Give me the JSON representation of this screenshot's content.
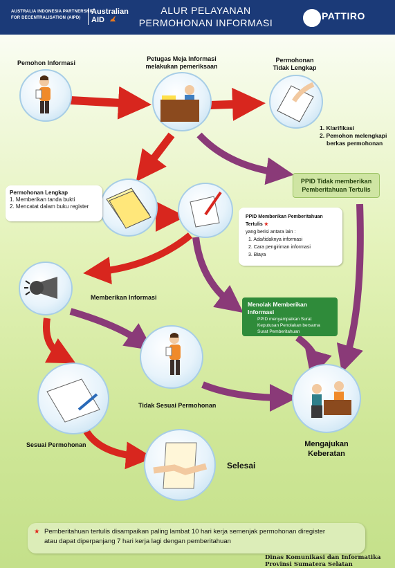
{
  "header": {
    "aipd_line1": "AUSTRALIA INDONESIA PARTNERSHIP",
    "aipd_line2": "FOR DECENTRALISATION (AIPD)",
    "aid_line1": "Australian",
    "aid_line2": "AID",
    "title_line1": "ALUR PELAYANAN",
    "title_line2": "PERMOHONAN INFORMASI",
    "logo_text": "PATTIRO"
  },
  "colors": {
    "header_bg": "#1b3a78",
    "red_arrow": "#d8261e",
    "purple_arrow": "#8a3a78",
    "green_dark": "#2f8b3a",
    "green_light": "#cfe5a3"
  },
  "nodes": {
    "pemohon": "Pemohon Informasi",
    "petugas_line1": "Petugas Meja Informasi",
    "petugas_line2": "melakukan pemeriksaan",
    "tidak_lengkap_line1": "Permohonan",
    "tidak_lengkap_line2": "Tidak Lengkap",
    "klarifikasi_1": "1. Klarifikasi",
    "klarifikasi_2a": "2. Pemohon melengkapi",
    "klarifikasi_2b": "berkas permohonan",
    "ppid_tidak_line1": "PPID Tidak memberikan",
    "ppid_tidak_line2": "Pemberitahuan Tertulis",
    "lengkap_title": "Permohonan Lengkap",
    "lengkap_1": "1. Memberikan tanda bukti",
    "lengkap_2": "2. Mencatat dalam buku register",
    "ppid_beri_title": "PPID Memberikan Pemberitahuan Tertulis",
    "ppid_beri_sub": "yang berisi antara lain :",
    "ppid_beri_1": "1. Ada/tidaknya informasi",
    "ppid_beri_2": "2. Cara pengiriman informasi",
    "ppid_beri_3": "3. Biaya",
    "memberikan": "Memberikan Informasi",
    "menolak_title": "Menolak Memberikan Informasi",
    "menolak_1": "PPID menyampaikan Surat",
    "menolak_2": "Keputusan Penolakan bersama",
    "menolak_3": "Surat Pemberitahuan",
    "tidak_sesuai": "Tidak Sesuai Permohonan",
    "sesuai": "Sesuai Permohonan",
    "mengajukan_line1": "Mengajukan",
    "mengajukan_line2": "Keberatan",
    "selesai": "Selesai"
  },
  "footer": {
    "note_line1": "Pemberitahuan tertulis disampaikan paling lambat 10 hari kerja semenjak permohonan diregister",
    "note_line2": "atau dapat diperpanjang 7 hari kerja lagi dengan pemberitahuan",
    "dinas_line1": "Dinas Komunikasi dan Informatika",
    "dinas_line2": "Provinsi Sumatera Selatan"
  }
}
